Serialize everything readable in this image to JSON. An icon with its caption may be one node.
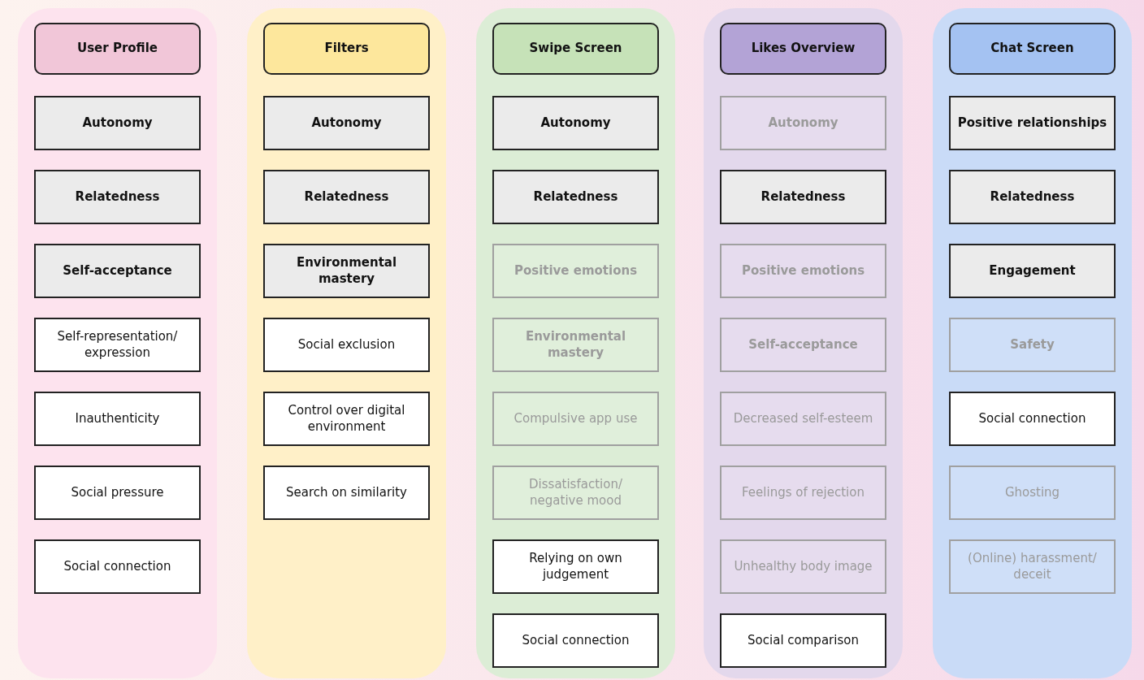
{
  "diagram": {
    "nodes": [
      {
        "text": [],
        "shape": "band"
      },
      {
        "text": [
          "User Profile"
        ],
        "in": 0
      },
      {
        "text": [
          "Autonomy"
        ],
        "in": 0
      },
      {
        "text": [
          "Relatedness"
        ],
        "in": 0
      },
      {
        "text": [
          "Self-acceptance"
        ],
        "in": 0
      },
      {
        "text": [
          "Self-representation/ expression"
        ],
        "in": 0
      },
      {
        "text": [
          "Inauthenticity"
        ],
        "in": 0
      },
      {
        "text": [
          "Social pressure"
        ],
        "in": 0
      },
      {
        "text": [
          "Social connection"
        ],
        "in": 0
      },
      {
        "text": [],
        "shape": "band"
      },
      {
        "text": [
          "Filters"
        ],
        "in": 9
      },
      {
        "text": [
          "Autonomy"
        ],
        "in": 9
      },
      {
        "text": [
          "Relatedness"
        ],
        "in": 9
      },
      {
        "text": [
          "Environmental mastery"
        ],
        "in": 9
      },
      {
        "text": [
          "Social exclusion"
        ],
        "in": 9
      },
      {
        "text": [
          "Control over digital environment"
        ],
        "in": 9
      },
      {
        "text": [
          "Search on similarity"
        ],
        "in": 9
      },
      {
        "text": [],
        "shape": "band"
      },
      {
        "text": [
          "Swipe Screen"
        ],
        "in": 17
      },
      {
        "text": [
          "Autonomy"
        ],
        "in": 17
      },
      {
        "text": [
          "Relatedness"
        ],
        "in": 17
      },
      {
        "text": [
          "Positive emotions"
        ],
        "in": 17
      },
      {
        "text": [
          "Environmental mastery"
        ],
        "in": 17
      },
      {
        "text": [
          "Compulsive app use"
        ],
        "in": 17
      },
      {
        "text": [
          "Dissatisfaction/ negative mood"
        ],
        "in": 17
      },
      {
        "text": [
          "Relying on own judgement"
        ],
        "in": 17
      },
      {
        "text": [
          "Social connection"
        ],
        "in": 17
      },
      {
        "text": [],
        "shape": "band"
      },
      {
        "text": [
          "Likes Overview"
        ],
        "in": 27
      },
      {
        "text": [
          "Autonomy"
        ],
        "in": 27
      },
      {
        "text": [
          "Relatedness"
        ],
        "in": 27
      },
      {
        "text": [
          "Positive emotions"
        ],
        "in": 27
      },
      {
        "text": [
          "Self-acceptance"
        ],
        "in": 27
      },
      {
        "text": [
          "Decreased self-esteem"
        ],
        "in": 27
      },
      {
        "text": [
          "Feelings of rejection"
        ],
        "in": 27
      },
      {
        "text": [
          "Unhealthy body image"
        ],
        "in": 27
      },
      {
        "text": [
          "Social comparison"
        ],
        "in": 27
      },
      {
        "text": [],
        "shape": "band"
      },
      {
        "text": [
          "Chat Screen"
        ],
        "in": 37
      },
      {
        "text": [
          "Positive relationships"
        ],
        "in": 37
      },
      {
        "text": [
          "Relatedness"
        ],
        "in": 37
      },
      {
        "text": [
          "Engagement"
        ],
        "in": 37
      },
      {
        "text": [
          "Safety"
        ],
        "in": 37
      },
      {
        "text": [
          "Social connection"
        ],
        "in": 37
      },
      {
        "text": [
          "Ghosting"
        ],
        "in": 37
      },
      {
        "text": [
          "(Online) harassment/ deceit"
        ],
        "in": 37
      }
    ]
  }
}
